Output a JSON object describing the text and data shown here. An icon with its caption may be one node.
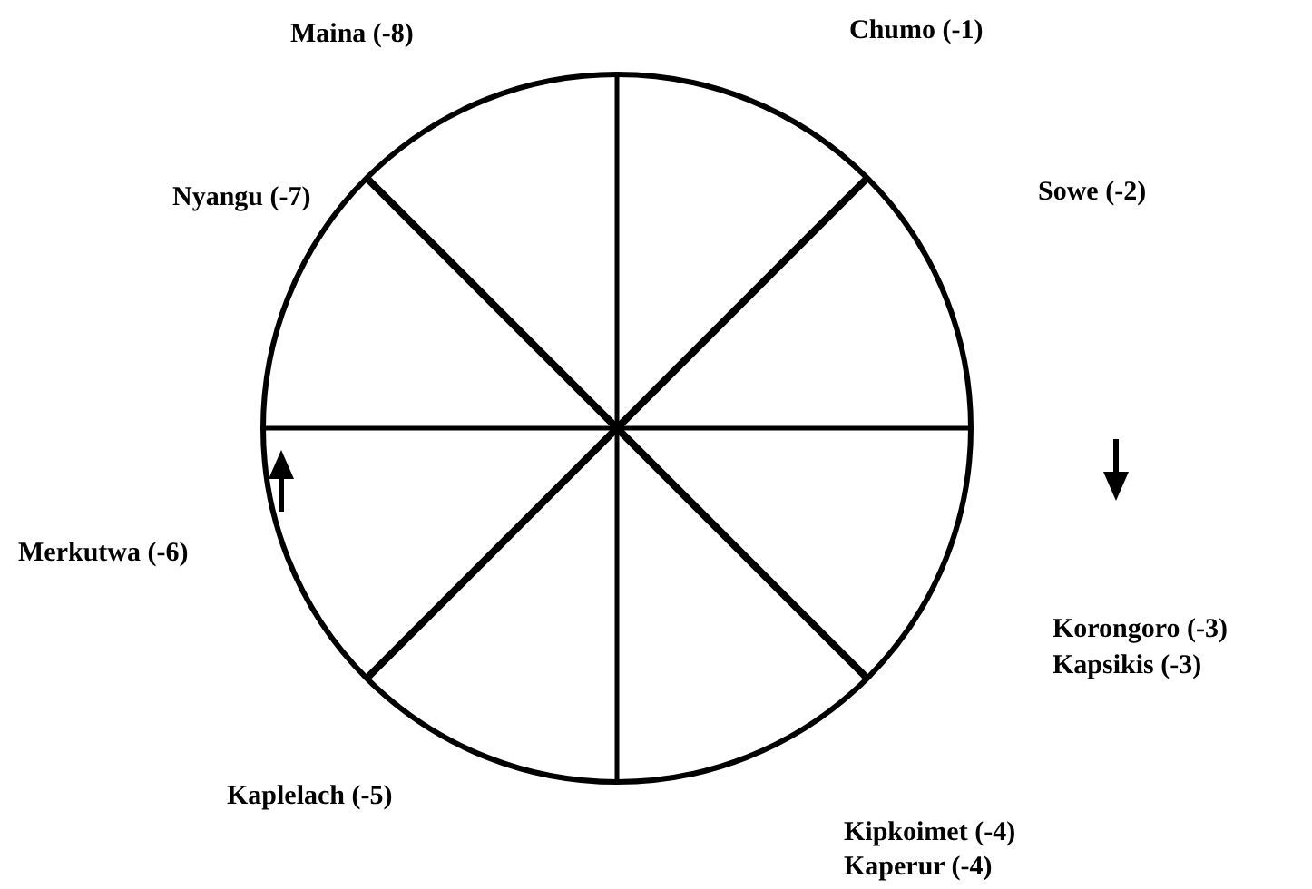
{
  "diagram": {
    "labels": [
      "Maina (-8)",
      "Chumo (-1)",
      "Nyangu (-7)",
      "Sowe (-2)",
      "Merkutwa (-6)",
      "Korongoro (-3)",
      "Kapsikis (-3)",
      "Kaplelach (-5)",
      "Kipkoimet (-4)",
      "Kaperur (-4)"
    ]
  }
}
